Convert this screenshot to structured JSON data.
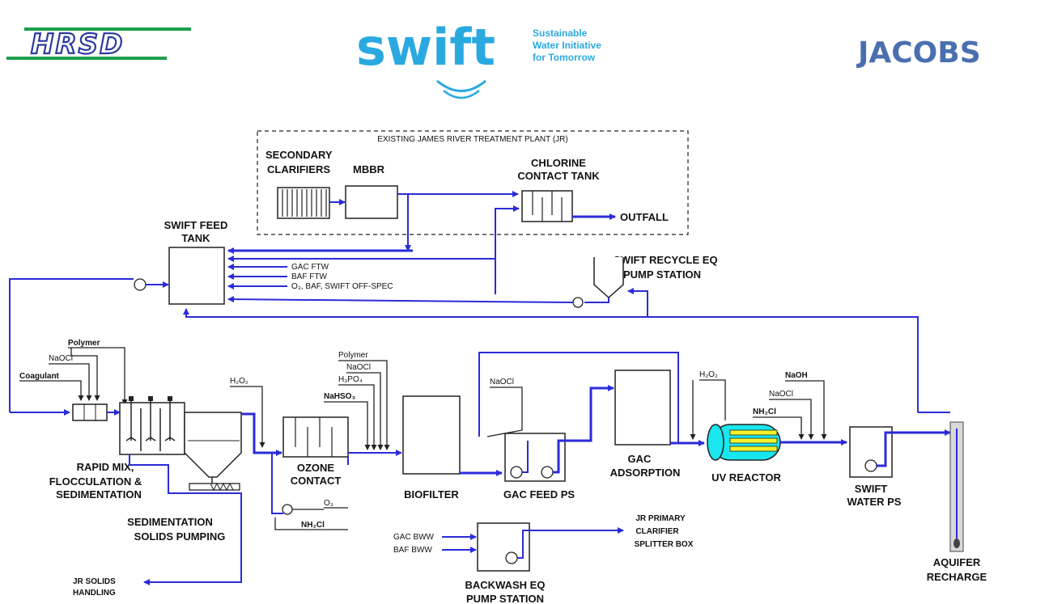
{
  "logos": {
    "hrsd": "HRSD",
    "swift": "swift",
    "swift_tagline": [
      "Sustainable",
      "Water Initiative",
      "for Tomorrow"
    ],
    "jacobs": "JACOBS"
  },
  "existing_plant": {
    "title": "EXISTING JAMES RIVER TREATMENT PLANT (JR)",
    "secondary_clarifiers": [
      "SECONDARY",
      "CLARIFIERS"
    ],
    "mbbr": "MBBR",
    "chlorine_tank": [
      "CHLORINE",
      "CONTACT TANK"
    ],
    "outfall": "OUTFALL"
  },
  "feed_tank": {
    "label": [
      "SWIFT FEED",
      "TANK"
    ],
    "inputs": [
      "GAC FTW",
      "BAF FTW",
      "O₃, BAF, SWIFT OFF-SPEC"
    ]
  },
  "recycle": [
    "SWIFT RECYCLE EQ",
    "PUMP STATION"
  ],
  "rapid_mix": {
    "label": [
      "RAPID MIX,",
      "FLOCCULATION &",
      "SEDIMENTATION"
    ],
    "chemicals": [
      "Polymer",
      "NaOCl",
      "Coagulant"
    ]
  },
  "solids": {
    "label": [
      "SEDIMENTATION",
      "SOLIDS PUMPING"
    ],
    "handling": [
      "JR SOLIDS",
      "HANDLING"
    ]
  },
  "ozone": {
    "label": [
      "OZONE",
      "CONTACT"
    ],
    "h2o2": "H₂O₂",
    "o3": "O₃",
    "nh2cl": "NH₂Cl"
  },
  "biofilter": {
    "label": "BIOFILTER",
    "chemicals": [
      "Polymer",
      "NaOCl",
      "H₃PO₄",
      "NaHSO₃"
    ]
  },
  "gac_feed": {
    "label": "GAC FEED PS",
    "naocl": "NaOCl"
  },
  "gac": {
    "label": [
      "GAC",
      "ADSORPTION"
    ]
  },
  "uv": {
    "label": "UV REACTOR",
    "chemicals": [
      "H₂O₂",
      "NaOH",
      "NaOCl",
      "NH₂Cl"
    ]
  },
  "swift_water": [
    "SWIFT",
    "WATER PS"
  ],
  "aquifer": [
    "AQUIFER",
    "RECHARGE"
  ],
  "backwash": {
    "label": [
      "BACKWASH EQ",
      "PUMP STATION"
    ],
    "inputs": [
      "GAC BWW",
      "BAF BWW"
    ],
    "destination": [
      "JR PRIMARY",
      "CLARIFIER",
      "SPLITTER BOX"
    ]
  },
  "colors": {
    "water": "#19e6ee",
    "media": "#1aa8a8",
    "flow": "#2b2bd9",
    "hrsd_green": "#1e9e4a",
    "swift_blue": "#2aa9e0",
    "jacobs_blue": "#4a6fb0"
  }
}
